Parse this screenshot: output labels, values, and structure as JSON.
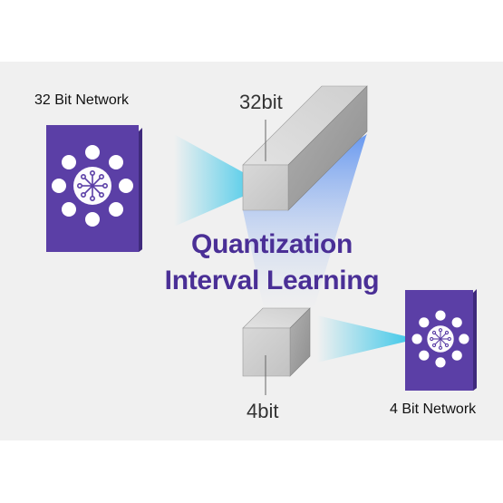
{
  "labels": {
    "net_32": "32 Bit Network",
    "net_4": "4 Bit Network",
    "bit_32": "32bit",
    "bit_4": "4bit"
  },
  "title": {
    "line1": "Quantization",
    "line2": "Interval Learning"
  },
  "icons": [
    "neural-network-icon-32bit",
    "neural-network-icon-4bit"
  ],
  "colors": {
    "card": "#5b3fa6",
    "card_edge": "#3f2a7c",
    "title": "#4a2f96",
    "beam": "#29c3e8",
    "box_face": "#d8d8d8",
    "background": "#f0f0f0"
  }
}
